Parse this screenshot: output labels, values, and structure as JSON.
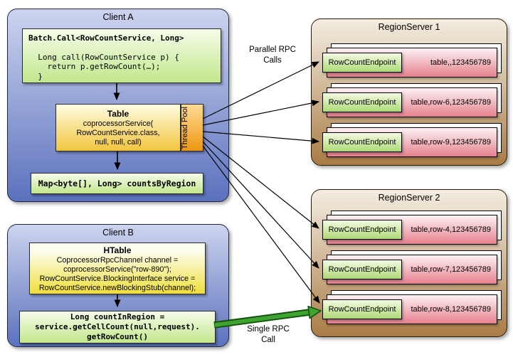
{
  "client_a": {
    "title": "Client A",
    "batch_call": {
      "header": "Batch.Call<RowCountService, Long>",
      "lines": [
        "",
        "  Long call(RowCountService p) {",
        "    return p.getRowCount(…);",
        "  }"
      ]
    },
    "table": {
      "title": "Table",
      "lines": [
        "coprocessorService(",
        "RowCountService.class,",
        "null, null, call)"
      ]
    },
    "thread_pool": "Thread Pool",
    "map_result": "Map<byte[], Long> countsByRegion"
  },
  "client_b": {
    "title": "Client B",
    "htable": {
      "title": "HTable",
      "lines": [
        "CoprocessorRpcChannel channel =",
        "coprocessorService(\"row-890\");",
        "RowCountService.BlockingInterface service =",
        "RowCountService.newBlockingStub(channel);"
      ]
    },
    "call": {
      "lines": [
        "Long countInRegion =",
        "service.getCellCount(null,request).",
        "getRowCount()"
      ]
    }
  },
  "labels": {
    "parallel_rpc": "Parallel RPC Calls",
    "single_rpc": "Single RPC Call"
  },
  "servers": [
    {
      "title": "RegionServer 1",
      "regions": [
        {
          "endpoint": "RowCountEndpoint",
          "region": "table,,123456789"
        },
        {
          "endpoint": "RowCountEndpoint",
          "region": "table,row-6,123456789"
        },
        {
          "endpoint": "RowCountEndpoint",
          "region": "table,row-9,123456789"
        }
      ]
    },
    {
      "title": "RegionServer 2",
      "regions": [
        {
          "endpoint": "RowCountEndpoint",
          "region": "table,row-4,123456789"
        },
        {
          "endpoint": "RowCountEndpoint",
          "region": "table,row-7,123456789"
        },
        {
          "endpoint": "RowCountEndpoint",
          "region": "table,row-8,123456789"
        }
      ]
    }
  ],
  "colors": {
    "client_fill_top": "#cdd4ef",
    "client_fill_bottom": "#5b71bd",
    "server_fill_top": "#f4ede2",
    "server_fill_bottom": "#a97c45",
    "region_fill_top": "#fdf2f4",
    "region_fill_bottom": "#e5808d",
    "endpoint_fill_top": "#f4fbe2",
    "endpoint_fill_bottom": "#add977",
    "code_fill_top": "#f5fce9",
    "code_fill_bottom": "#c3e78c",
    "table_fill_top": "#fffce2",
    "table_fill_bottom": "#f2c53d",
    "thread_pool_top": "#ffdb94",
    "thread_pool_bottom": "#ee9712",
    "single_rpc_arrow": "#3fa32f",
    "rpc_arrow": "#000000"
  }
}
